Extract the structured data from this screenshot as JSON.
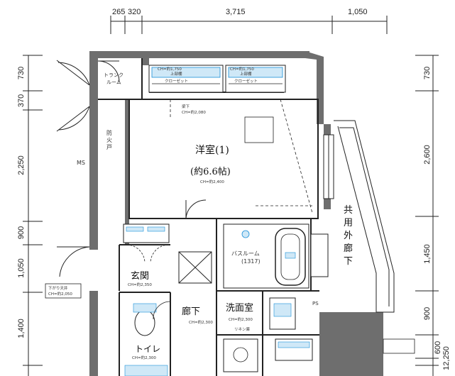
{
  "dimensions_top": [
    "265",
    "320",
    "3,715",
    "1,050"
  ],
  "dimensions_left": [
    "730",
    "370",
    "2,250",
    "900",
    "1,050",
    "1,400"
  ],
  "dimensions_right": [
    "730",
    "2,600",
    "1,450",
    "900",
    "600",
    "12,250"
  ],
  "rooms": {
    "western_room": "洋室(1)",
    "western_room_size": "(約6.6帖)",
    "western_room_ch": "CH=約2,400",
    "trunk_room": "トランク\nルーム",
    "bathroom": "バスルーム",
    "bathroom_size": "(1317)",
    "entrance": "玄関",
    "entrance_ch": "CH=約2,350",
    "corridor": "廊下",
    "corridor_ch": "CH=約2,300",
    "washroom": "洗面室",
    "washroom_ch": "CH=約2,300",
    "toilet": "トイレ",
    "toilet_ch": "CH=約2,300",
    "balcony": "共用外廊下",
    "ms": "MS",
    "ps": "PS",
    "fire_door": "防火戸",
    "linen": "リネン庫"
  },
  "closets": [
    {
      "ch": "CH=約1,750",
      "type": "上部棚",
      "name": "クローゼット"
    },
    {
      "ch": "CH=約1,750",
      "type": "上部棚",
      "name": "クローゼット"
    }
  ],
  "labels": {
    "ceiling_note_1": "梁下",
    "ceiling_note_1_ch": "CH=約2,080",
    "upper_shelf": "上部棚",
    "entrance_ceiling": "下がり天井",
    "entrance_ceiling_ch": "CH=約2,050"
  },
  "colors": {
    "wall": "#6e6e6e",
    "line": "#222222",
    "accent": "#1a8fd8",
    "fixture_fill": "#cfe8f7"
  }
}
